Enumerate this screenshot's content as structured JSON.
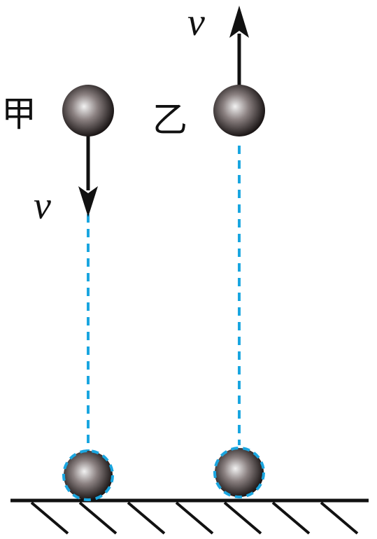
{
  "labels": {
    "ball_left": "甲",
    "ball_right": "乙",
    "velocity_left": "v",
    "velocity_right": "v"
  },
  "colors": {
    "ink": "#111111",
    "trajectory": "#1aa6e0",
    "ball_highlight": "#f2f2f2",
    "ball_dark": "#1b1616"
  },
  "motion": {
    "ball_left_direction": "down",
    "ball_right_direction": "up"
  }
}
